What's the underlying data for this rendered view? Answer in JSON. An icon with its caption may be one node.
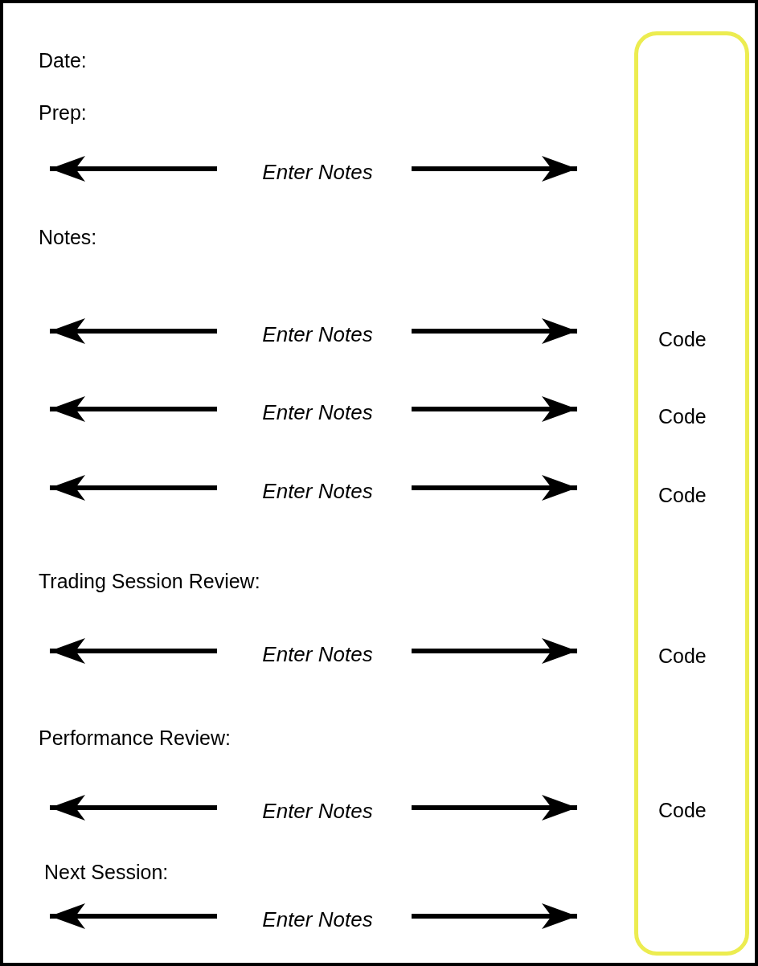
{
  "diagram": {
    "nodes": [
      {
        "text": [],
        "shape": "box"
      },
      {
        "text": [
          "Code",
          "Code",
          "Code",
          "Code",
          "Code"
        ],
        "in": 0
      },
      {
        "text": [
          "Enter Notes"
        ],
        "in": 0
      },
      {
        "text": [
          "Enter Notes"
        ],
        "in": 0
      },
      {
        "text": [
          "Enter Notes"
        ],
        "in": 0
      },
      {
        "text": [
          "Enter Notes"
        ],
        "in": 0
      },
      {
        "text": [
          "Enter Notes"
        ],
        "in": 0
      },
      {
        "text": [
          "Enter Notes"
        ],
        "in": 0
      },
      {
        "text": [
          "Enter Notes"
        ],
        "in": 0
      }
    ],
    "edges": [
      {
        "from": 2,
        "to": null,
        "arrow": "to"
      },
      {
        "from": 2,
        "to": null,
        "arrow": "to"
      },
      {
        "from": 3,
        "to": null,
        "arrow": "to"
      },
      {
        "from": 3,
        "to": null,
        "arrow": "to"
      },
      {
        "from": 4,
        "to": null,
        "arrow": "to"
      },
      {
        "from": 4,
        "to": null,
        "arrow": "to"
      },
      {
        "from": 5,
        "to": null,
        "arrow": "to"
      },
      {
        "from": 5,
        "to": null,
        "arrow": "to"
      },
      {
        "from": 6,
        "to": null,
        "arrow": "to"
      },
      {
        "from": 6,
        "to": null,
        "arrow": "to"
      },
      {
        "from": 7,
        "to": null,
        "arrow": "to"
      },
      {
        "from": 7,
        "to": null,
        "arrow": "to"
      },
      {
        "from": 8,
        "to": null,
        "arrow": "to"
      },
      {
        "from": 8,
        "to": null,
        "arrow": "to"
      }
    ],
    "labels": [
      "Date:",
      "Prep:",
      "Notes:",
      "Trading Session Review:",
      "Performance Review:",
      "Next Session:"
    ]
  }
}
